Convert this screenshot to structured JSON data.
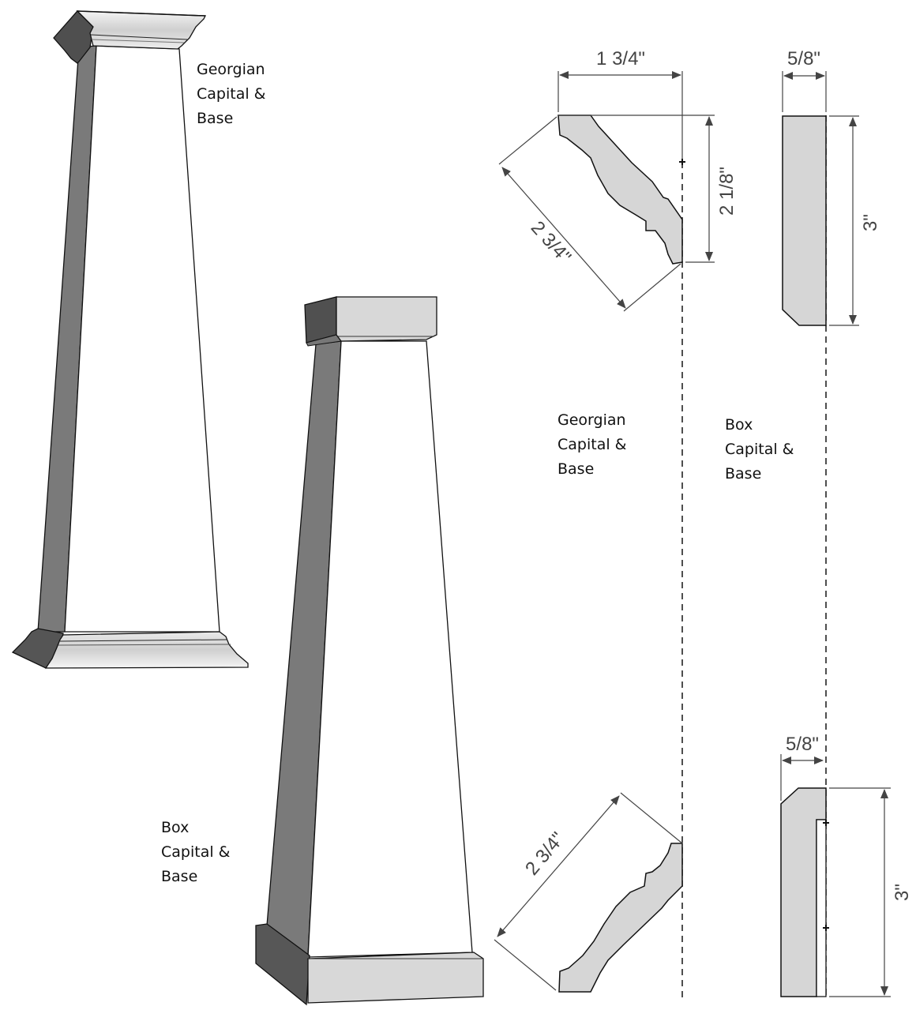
{
  "labels": {
    "georgian_column": [
      "Georgian",
      "Capital &",
      "Base"
    ],
    "box_column": [
      "Box",
      "Capital &",
      "Base"
    ],
    "georgian_profile": [
      "Georgian",
      "Capital &",
      "Base"
    ],
    "box_profile": [
      "Box",
      "Capital &",
      "Base"
    ]
  },
  "dimensions": {
    "georgian_capital_width": "1 3/4\"",
    "georgian_capital_height": "2 1/8\"",
    "georgian_capital_diagonal": "2 3/4\"",
    "box_capital_width": "5/8\"",
    "box_capital_height": "3\"",
    "georgian_base_diagonal": "2 3/4\"",
    "box_base_width": "5/8\"",
    "box_base_height": "3\""
  },
  "colors": {
    "profile_fill": "#d6d6d6",
    "shaft_side": "#7a7a7a",
    "dark_side": "#555555",
    "face_light": "#d8d8d8",
    "dimension_line": "#444444",
    "background": "#ffffff"
  }
}
